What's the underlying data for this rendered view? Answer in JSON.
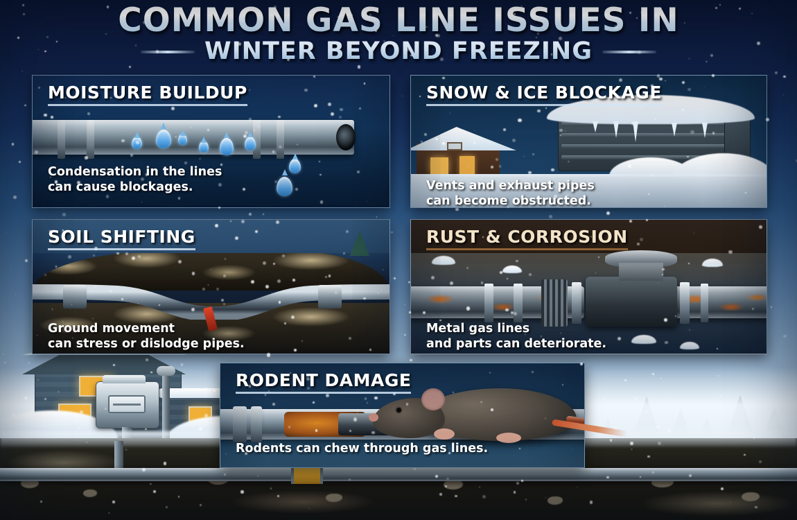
{
  "header": {
    "title": "COMMON GAS LINE ISSUES IN",
    "subtitle": "WINTER BEYOND FREEZING",
    "left_dash": "decorative-dash",
    "right_dash": "decorative-dash"
  },
  "colors": {
    "background_top": "#0a1430",
    "background_bottom": "#cdd9e4",
    "panel_border": "#adc7e1",
    "panel_fill": "#12233f",
    "title_text": "#ffffff",
    "subtitle_text": "#cfe2f3",
    "rust_heading": "#f3e3c8",
    "rust_underline": "#8d6034",
    "caption_text": "#ffffff",
    "water_drop": "#5aa8e8",
    "rust_orange": "#c9661c",
    "window_light": "#f0b037",
    "snow_white": "#ffffff",
    "soil_dark": "#241f16",
    "pipe_steel": "#7b8d99"
  },
  "panels": [
    {
      "id": "moisture-buildup",
      "title": "MOISTURE BUILDUP",
      "caption_line1": "Condensation in the lines",
      "caption_line2": "can cause blockages.",
      "art": "steel-gas-pipe-with-condensation-droplets"
    },
    {
      "id": "snow-ice-blockage",
      "title": "SNOW & ICE BLOCKAGE",
      "caption_line1": "Vents and exhaust pipes",
      "caption_line2": "can become obstructed.",
      "art": "snow-covered-vent-and-cabin"
    },
    {
      "id": "soil-shifting",
      "title": "SOIL SHIFTING",
      "caption_line1": "Ground movement",
      "caption_line2": "can stress or dislodge pipes.",
      "art": "buried-pipe-bent-by-shifting-soil"
    },
    {
      "id": "rust-corrosion",
      "title": "RUST & CORROSION",
      "caption_line1": "Metal gas lines",
      "caption_line2": "and parts can deteriorate.",
      "art": "corroded-pipe-with-valve-and-fittings"
    },
    {
      "id": "rodent-damage",
      "title": "RODENT DAMAGE",
      "caption_line1": "Rodents can chew through gas lines.",
      "caption_line2": "",
      "art": "rat-chewing-on-gas-line"
    }
  ],
  "scene": {
    "house": "snow-covered-house-with-lit-windows",
    "gas_meter": "residential-gas-meter",
    "buried_line": "underground-gas-service-line",
    "trees": "snowy-pine-trees",
    "weather": "falling-snow"
  }
}
